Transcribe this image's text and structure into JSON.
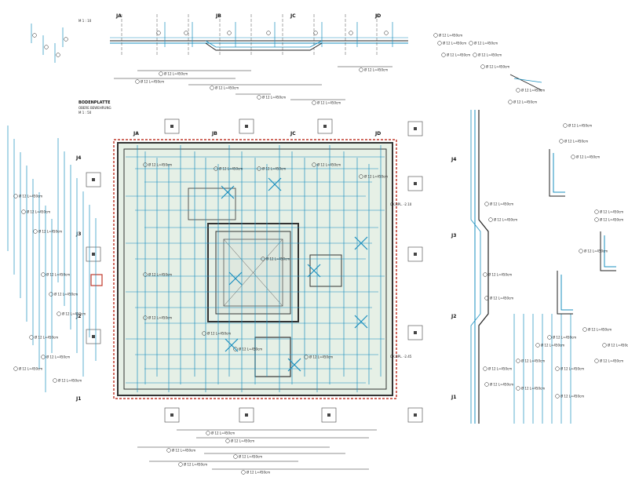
{
  "drawing_title": "BODENPLATTE",
  "drawing_subtitle": "OBERE BEWEHRUNG",
  "drawing_scale": "M 1 : 50",
  "section_scale": "M 1 : 10",
  "grid_axes": {
    "columns": [
      "JA",
      "JB",
      "JC",
      "JD"
    ],
    "rows": [
      "J4",
      "J3",
      "J2",
      "J1"
    ]
  },
  "level_labels": [
    "OK.BPL. -2.10",
    "OK.BPL. -2.45"
  ],
  "rebar_label": "Ø 12 L=450cm",
  "colors": {
    "rebar": "#1a8fbf",
    "slab_fill": "#e6f0e6",
    "wall": "#333333",
    "hatch": "#c0392b",
    "line": "#222222"
  }
}
